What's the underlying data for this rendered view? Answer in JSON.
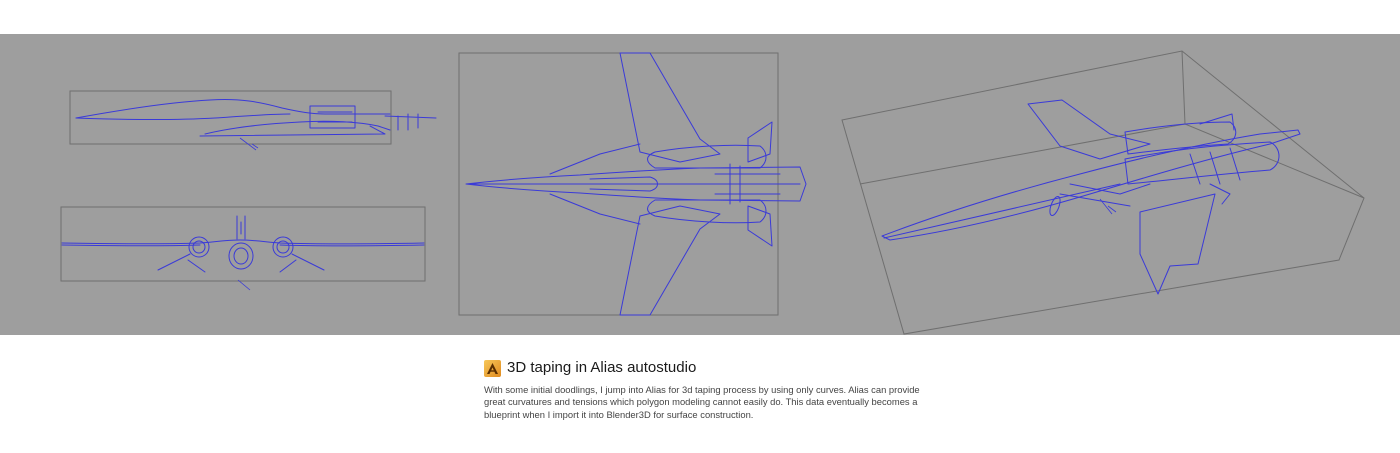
{
  "caption": {
    "icon": "alias-autostudio-logo-icon",
    "title": "3D taping in Alias autostudio",
    "body": "With some initial doodlings, I jump into Alias for 3d taping process by using only curves. Alias can provide great curvatures and tensions which polygon modeling cannot easily do. This data eventually becomes a blueprint when I import it into Blender3D for surface construction."
  },
  "colors": {
    "viewport_background": "#9e9e9e",
    "curve_stroke": "#3a3ad8",
    "frame_stroke": "#6f6f6f",
    "page_background": "#ffffff"
  },
  "views": [
    "side-view",
    "front-view",
    "top-view",
    "perspective-view"
  ]
}
